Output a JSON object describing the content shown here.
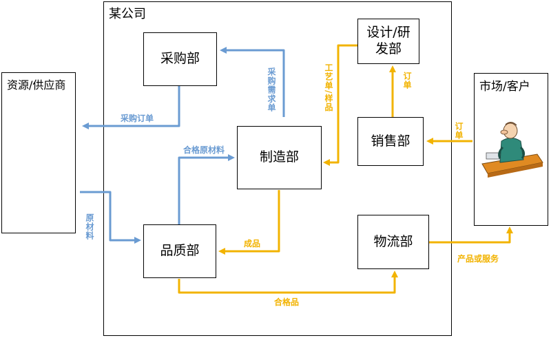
{
  "company": {
    "title": "某公司"
  },
  "nodes": {
    "purchasing": "采购部",
    "rnd_line1": "设计/研",
    "rnd_line2": "发部",
    "manufacturing": "制造部",
    "sales": "销售部",
    "quality": "品质部",
    "logistics": "物流部",
    "supplier": "资源/供应商",
    "market": "市场/客户"
  },
  "labels": {
    "purchase_order": "采购订单",
    "purchase_demand": "采购需求单",
    "qualified_material": "合格原材料",
    "raw_material": "原材料",
    "finished_goods": "成品",
    "qualified_goods": "合格品",
    "process_sample": "工艺单/样品",
    "order_rnd": "订单",
    "order_market": "订单",
    "products_services": "产品或服务"
  },
  "colors": {
    "blue": "#6a9bd2",
    "orange": "#f2b300"
  }
}
